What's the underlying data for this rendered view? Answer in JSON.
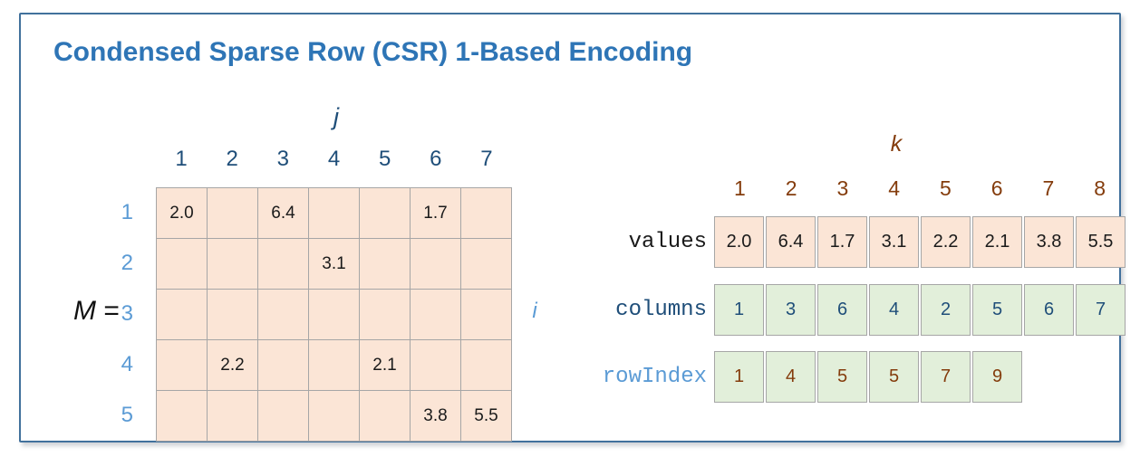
{
  "title": "Condensed Sparse Row (CSR) 1-Based Encoding",
  "colors": {
    "frame_border": "#41719C",
    "title": "#2E75B6",
    "dark_blue": "#1F4E79",
    "light_blue": "#5B9BD5",
    "brown": "#843C0C",
    "peach_fill": "#FBE5D6",
    "green_fill": "#E2EFDA",
    "cell_border": "#A6A6A6",
    "black": "#1a1a1a"
  },
  "matrix": {
    "symbol": "M",
    "equals": "=",
    "col_axis_label": "j",
    "row_axis_label": "i",
    "col_headers": [
      "1",
      "2",
      "3",
      "4",
      "5",
      "6",
      "7"
    ],
    "row_headers": [
      "1",
      "2",
      "3",
      "4",
      "5"
    ],
    "cells": [
      [
        "2.0",
        "",
        "6.4",
        "",
        "",
        "1.7",
        ""
      ],
      [
        "",
        "",
        "",
        "3.1",
        "",
        "",
        ""
      ],
      [
        "",
        "",
        "",
        "",
        "",
        "",
        ""
      ],
      [
        "",
        "2.2",
        "",
        "",
        "2.1",
        "",
        ""
      ],
      [
        "",
        "",
        "",
        "",
        "",
        "3.8",
        "5.5"
      ]
    ]
  },
  "arrays": {
    "index_axis_label": "k",
    "index_headers": [
      "1",
      "2",
      "3",
      "4",
      "5",
      "6",
      "7",
      "8"
    ],
    "rows": [
      {
        "name": "values",
        "values": [
          "2.0",
          "6.4",
          "1.7",
          "3.1",
          "2.2",
          "2.1",
          "3.8",
          "5.5"
        ],
        "fill": "peach_fill",
        "label_color": "black",
        "value_color": "black"
      },
      {
        "name": "columns",
        "values": [
          "1",
          "3",
          "6",
          "4",
          "2",
          "5",
          "6",
          "7"
        ],
        "fill": "green_fill",
        "label_color": "dark_blue",
        "value_color": "dark_blue"
      },
      {
        "name": "rowIndex",
        "values": [
          "1",
          "4",
          "5",
          "5",
          "7",
          "9"
        ],
        "fill": "green_fill",
        "label_color": "light_blue",
        "value_color": "brown"
      }
    ]
  }
}
